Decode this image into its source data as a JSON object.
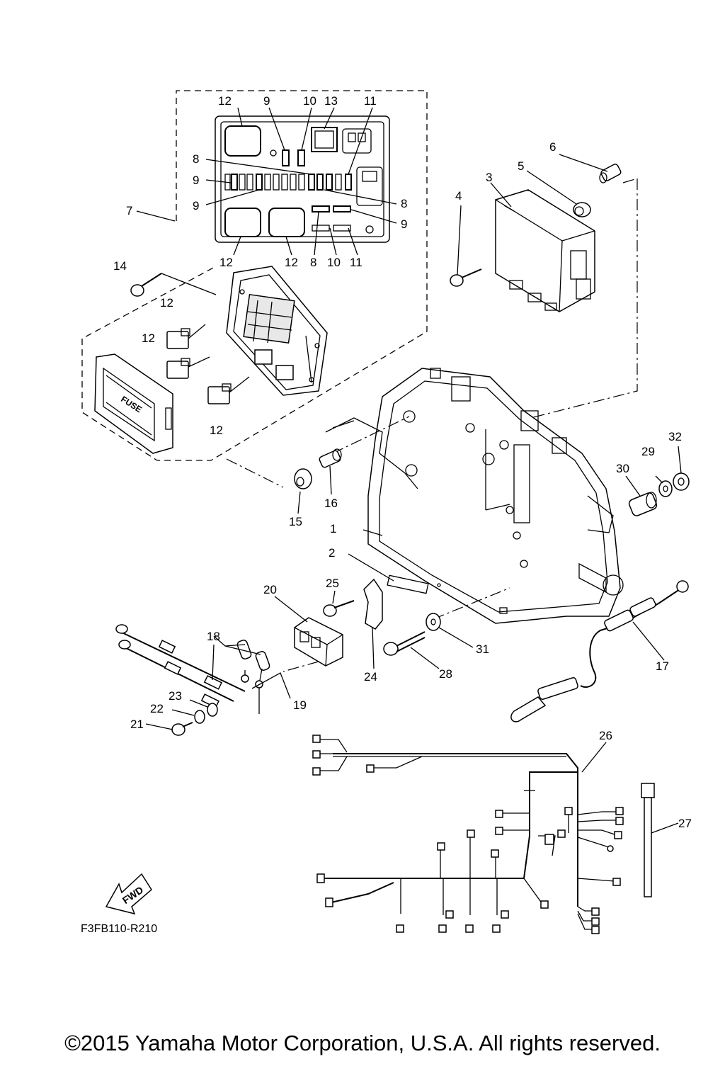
{
  "diagram_code": "F3FB110-R210",
  "copyright": "©2015 Yamaha Motor Corporation, U.S.A. All rights reserved.",
  "fuse_label": "FUSE",
  "fwd_label": "FWD",
  "callouts": {
    "c1": "1",
    "c2": "2",
    "c3": "3",
    "c4": "4",
    "c5": "5",
    "c6": "6",
    "c7": "7",
    "c8a": "8",
    "c8b": "8",
    "c8c": "8",
    "c9a": "9",
    "c9b": "9",
    "c9c": "9",
    "c9d": "9",
    "c10a": "10",
    "c10b": "10",
    "c11a": "11",
    "c11b": "11",
    "c12a": "12",
    "c12b": "12",
    "c12c": "12",
    "c12d": "12",
    "c12e": "12",
    "c12f": "12",
    "c13": "13",
    "c14": "14",
    "c15": "15",
    "c16": "16",
    "c17": "17",
    "c18": "18",
    "c19": "19",
    "c20": "20",
    "c21": "21",
    "c22": "22",
    "c23": "23",
    "c24": "24",
    "c25": "25",
    "c26": "26",
    "c27": "27",
    "c28": "28",
    "c29": "29",
    "c30": "30",
    "c31": "31",
    "c32": "32"
  }
}
